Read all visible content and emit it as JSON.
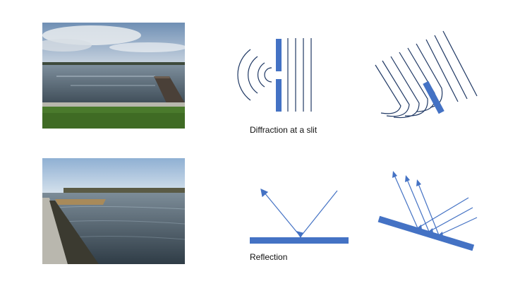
{
  "slide": {
    "captions": {
      "diffraction": "Diffraction at a slit",
      "reflection": "Reflection"
    },
    "photos": [
      {
        "name": "lake-jetty-photo",
        "subject": "calm lake with wooden jetty and grass shore"
      },
      {
        "name": "lake-seawall-photo",
        "subject": "rippled lake water along a stone seawall"
      }
    ]
  },
  "colors": {
    "accent_blue": "#4472C4",
    "wave_line": "#1F3864",
    "ray_line": "#4472C4",
    "text": "#111111"
  }
}
